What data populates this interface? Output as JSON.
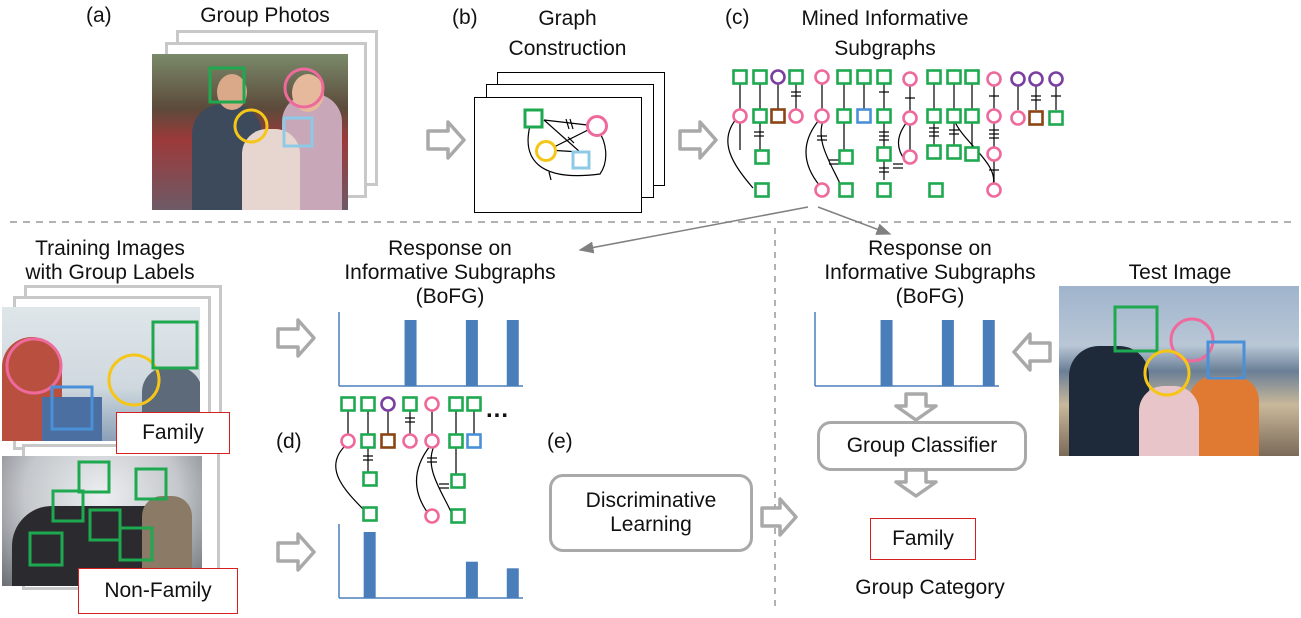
{
  "panels": {
    "a": {
      "tag": "(a)",
      "title": "Group Photos"
    },
    "b": {
      "tag": "(b)",
      "title_line1": "Graph",
      "title_line2": "Construction"
    },
    "c": {
      "tag": "(c)",
      "title_line1": "Mined Informative",
      "title_line2": "Subgraphs"
    },
    "d": {
      "tag": "(d)",
      "ellipsis": "..."
    },
    "e": {
      "tag": "(e)"
    }
  },
  "training": {
    "title_line1": "Training Images",
    "title_line2": "with Group Labels",
    "label_family": "Family",
    "label_nonfamily": "Non-Family"
  },
  "response_left": {
    "line1": "Response on",
    "line2": "Informative Subgraphs",
    "line3": "(BoFG)"
  },
  "response_right": {
    "line1": "Response on",
    "line2": "Informative Subgraphs",
    "line3": "(BoFG)"
  },
  "test": {
    "title": "Test Image"
  },
  "learning": {
    "line1": "Discriminative",
    "line2": "Learning"
  },
  "classifier": {
    "label": "Group Classifier"
  },
  "result": {
    "label": "Family",
    "category": "Group Category"
  },
  "colors": {
    "male": "#1ea84f",
    "female": "#ee6a9c",
    "girl": "#f5c518",
    "baby": "#8ecae6",
    "boy": "#4a90d9",
    "elder_male": "#8b4513",
    "elder_female": "#7b3fa0",
    "bar": "#4a7ebb",
    "arrow": "#a9a9a9"
  },
  "chart_data": [
    {
      "type": "bar",
      "name": "family-response",
      "values": [
        0,
        0,
        0,
        1,
        0,
        0,
        1,
        0,
        1
      ]
    },
    {
      "type": "bar",
      "name": "nonfamily-response",
      "values": [
        0,
        1,
        0,
        0,
        0,
        0,
        0.55,
        0,
        0.45
      ]
    },
    {
      "type": "bar",
      "name": "test-response",
      "values": [
        0,
        0,
        0,
        1,
        0,
        0,
        1,
        0,
        1
      ]
    }
  ]
}
